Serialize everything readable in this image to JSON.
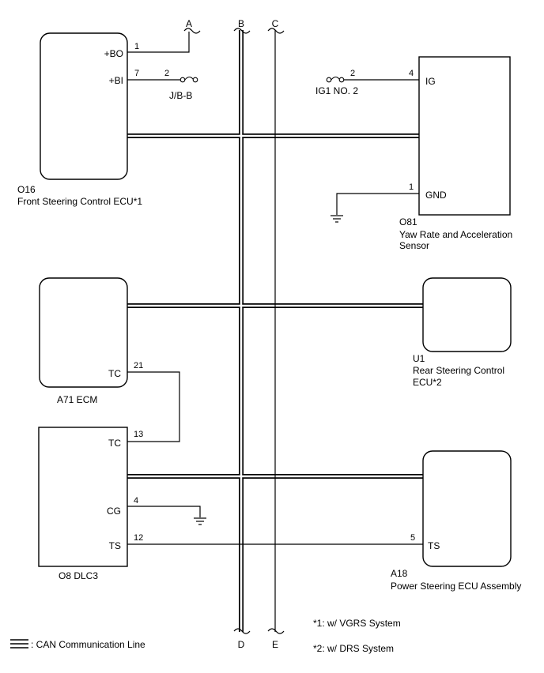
{
  "buses": {
    "a": "A",
    "b": "B",
    "c": "C",
    "d": "D",
    "e": "E"
  },
  "components": {
    "o16": {
      "code": "O16",
      "name": "Front Steering Control ECU*1",
      "bo_label": "+BO",
      "bo_pin": "1",
      "bi_label": "+BI",
      "bi_pin": "7"
    },
    "o81": {
      "code": "O81",
      "name_line1": "Yaw Rate and Acceleration",
      "name_line2": "Sensor",
      "ig_label": "IG",
      "ig_pin": "4",
      "gnd_label": "GND",
      "gnd_pin": "1"
    },
    "a71": {
      "label": "A71   ECM",
      "tc_label": "TC",
      "tc_pin": "21"
    },
    "u1": {
      "code": "U1",
      "name_line1": "Rear Steering Control",
      "name_line2": "ECU*2"
    },
    "o8": {
      "label": "O8   DLC3",
      "tc_label": "TC",
      "tc_pin": "13",
      "cg_label": "CG",
      "cg_pin": "4",
      "ts_label": "TS",
      "ts_pin": "12"
    },
    "a18": {
      "code": "A18",
      "name": "Power Steering ECU Assembly",
      "ts_label": "TS",
      "ts_pin": "5"
    }
  },
  "fuses": {
    "jb": {
      "name": "J/B-B",
      "pin": "2"
    },
    "ig1": {
      "name": "IG1 NO. 2",
      "pin": "2"
    }
  },
  "notes": {
    "n1": "*1: w/ VGRS System",
    "n2": "*2: w/ DRS System"
  },
  "legend": {
    "can_line": ": CAN Communication Line"
  },
  "icons": [
    "ground-symbol-icon",
    "fuse-icon",
    "connector-break-icon",
    "can-line-icon"
  ]
}
